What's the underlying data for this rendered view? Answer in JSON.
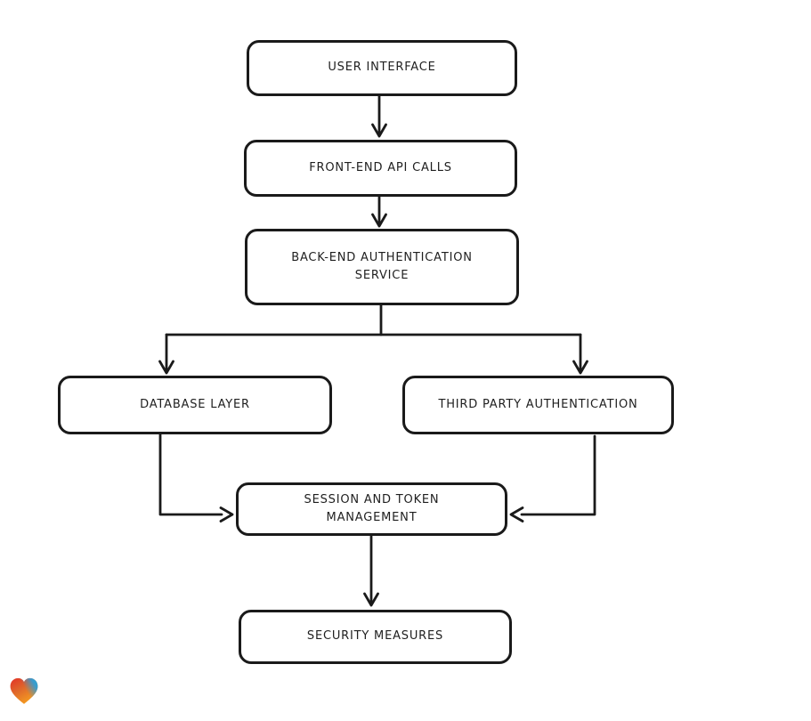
{
  "app": {
    "background_color": "#ffffff"
  },
  "diagram": {
    "type": "flowchart",
    "stroke_color": "#1a1a1a",
    "node_fill_color": "#ffffff",
    "nodes": [
      {
        "id": "user-interface",
        "label": "USER INTERFACE"
      },
      {
        "id": "front-end-api-calls",
        "label": "FRONT-END API CALLS"
      },
      {
        "id": "back-end-authentication-service",
        "label": "BACK-END AUTHENTICATION SERVICE"
      },
      {
        "id": "database-layer",
        "label": "DATABASE LAYER"
      },
      {
        "id": "third-party-authentication",
        "label": "THIRD PARTY AUTHENTICATION"
      },
      {
        "id": "session-and-token-management",
        "label": "SESSION AND TOKEN MANAGEMENT"
      },
      {
        "id": "security-measures",
        "label": "SECURITY MEASURES"
      }
    ],
    "edges": [
      {
        "from": "user-interface",
        "to": "front-end-api-calls"
      },
      {
        "from": "front-end-api-calls",
        "to": "back-end-authentication-service"
      },
      {
        "from": "back-end-authentication-service",
        "to": "database-layer"
      },
      {
        "from": "back-end-authentication-service",
        "to": "third-party-authentication"
      },
      {
        "from": "database-layer",
        "to": "session-and-token-management"
      },
      {
        "from": "third-party-authentication",
        "to": "session-and-token-management"
      },
      {
        "from": "session-and-token-management",
        "to": "security-measures"
      }
    ]
  },
  "watermark": {
    "icon": "heart-logo",
    "gradient_colors": [
      "#e23127",
      "#2a9fdd",
      "#f59e20"
    ]
  }
}
